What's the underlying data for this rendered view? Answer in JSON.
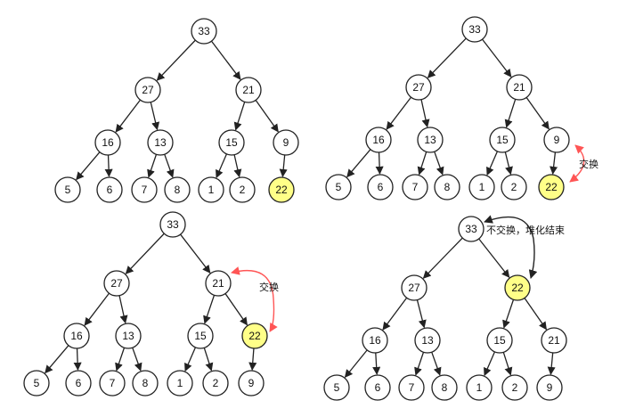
{
  "colors": {
    "highlight": "#ffff88",
    "swap_arrow": "#ff5555",
    "stop_arrow": "#222222"
  },
  "panels": [
    {
      "id": "step-1",
      "nodes": [
        {
          "k": "a",
          "label": "33"
        },
        {
          "k": "b",
          "label": "27"
        },
        {
          "k": "c",
          "label": "21"
        },
        {
          "k": "d",
          "label": "16"
        },
        {
          "k": "e",
          "label": "13"
        },
        {
          "k": "f",
          "label": "15"
        },
        {
          "k": "g",
          "label": "9"
        },
        {
          "k": "h",
          "label": "5"
        },
        {
          "k": "i",
          "label": "6"
        },
        {
          "k": "j",
          "label": "7"
        },
        {
          "k": "l",
          "label": "8"
        },
        {
          "k": "m",
          "label": "1"
        },
        {
          "k": "n",
          "label": "2"
        },
        {
          "k": "o",
          "label": "22",
          "highlight": true
        }
      ],
      "note": null
    },
    {
      "id": "step-2",
      "nodes": [
        {
          "k": "a",
          "label": "33"
        },
        {
          "k": "b",
          "label": "27"
        },
        {
          "k": "c",
          "label": "21"
        },
        {
          "k": "d",
          "label": "16"
        },
        {
          "k": "e",
          "label": "13"
        },
        {
          "k": "f",
          "label": "15"
        },
        {
          "k": "g",
          "label": "9"
        },
        {
          "k": "h",
          "label": "5"
        },
        {
          "k": "i",
          "label": "6"
        },
        {
          "k": "j",
          "label": "7"
        },
        {
          "k": "l",
          "label": "8"
        },
        {
          "k": "m",
          "label": "1"
        },
        {
          "k": "n",
          "label": "2"
        },
        {
          "k": "o",
          "label": "22",
          "highlight": true
        }
      ],
      "note": {
        "text": "交换",
        "style": "swap"
      }
    },
    {
      "id": "step-3",
      "nodes": [
        {
          "k": "a",
          "label": "33"
        },
        {
          "k": "b",
          "label": "27"
        },
        {
          "k": "c",
          "label": "21"
        },
        {
          "k": "d",
          "label": "16"
        },
        {
          "k": "e",
          "label": "13"
        },
        {
          "k": "f",
          "label": "15"
        },
        {
          "k": "g",
          "label": "22",
          "highlight": true
        },
        {
          "k": "h",
          "label": "5"
        },
        {
          "k": "i",
          "label": "6"
        },
        {
          "k": "j",
          "label": "7"
        },
        {
          "k": "l",
          "label": "8"
        },
        {
          "k": "m",
          "label": "1"
        },
        {
          "k": "n",
          "label": "2"
        },
        {
          "k": "o",
          "label": "9"
        }
      ],
      "note": {
        "text": "交换",
        "style": "swap"
      }
    },
    {
      "id": "step-4",
      "nodes": [
        {
          "k": "a",
          "label": "33"
        },
        {
          "k": "b",
          "label": "27"
        },
        {
          "k": "c",
          "label": "22",
          "highlight": true
        },
        {
          "k": "d",
          "label": "16"
        },
        {
          "k": "e",
          "label": "13"
        },
        {
          "k": "f",
          "label": "15"
        },
        {
          "k": "g",
          "label": "21"
        },
        {
          "k": "h",
          "label": "5"
        },
        {
          "k": "i",
          "label": "6"
        },
        {
          "k": "j",
          "label": "7"
        },
        {
          "k": "l",
          "label": "8"
        },
        {
          "k": "m",
          "label": "1"
        },
        {
          "k": "n",
          "label": "2"
        },
        {
          "k": "o",
          "label": "9"
        }
      ],
      "note": {
        "text": "不交换，堆化结束",
        "style": "stop"
      }
    }
  ]
}
